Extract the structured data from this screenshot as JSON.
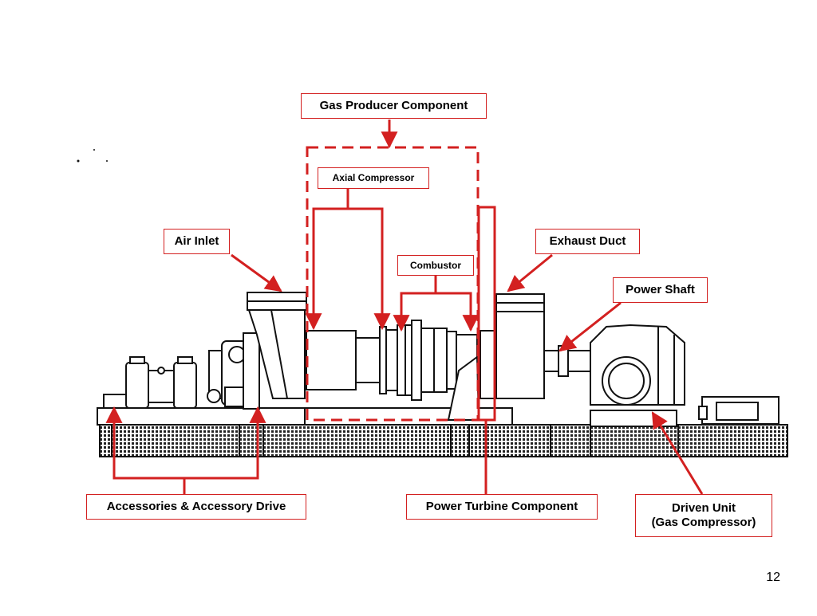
{
  "labels": {
    "gas_producer": "Gas Producer Component",
    "axial_compressor": "Axial Compressor",
    "combustor": "Combustor",
    "air_inlet": "Air Inlet",
    "exhaust_duct": "Exhaust Duct",
    "power_shaft": "Power Shaft",
    "accessories": "Accessories & Accessory Drive",
    "power_turbine": "Power Turbine Component",
    "driven_unit_line1": "Driven Unit",
    "driven_unit_line2": "(Gas Compressor)"
  },
  "page_number": "12",
  "colors": {
    "annotation": "#d32020",
    "drawing": "#111111",
    "background": "#ffffff"
  }
}
